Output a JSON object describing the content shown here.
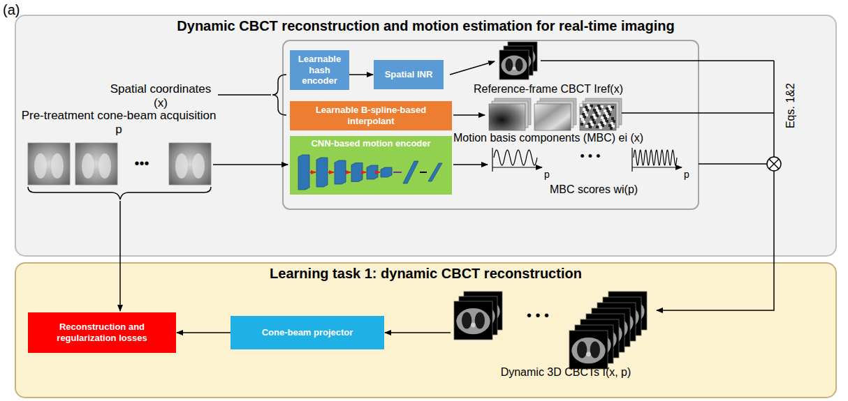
{
  "diagram": {
    "nodes": [
      {
        "text": [
          "Dynamic CBCT reconstruction and motion estimation for real-time imaging"
        ]
      },
      {
        "text": [
          "Learnable hash encoder"
        ],
        "in": 0
      },
      {
        "text": [
          "Spatial INR"
        ],
        "in": 0
      },
      {
        "text": [
          "Learnable B-spline-based interpolant"
        ],
        "in": 0
      },
      {
        "text": [
          "CNN-based motion encoder"
        ],
        "in": 0
      },
      {
        "text": [
          "Learning task 1: dynamic CBCT reconstruction"
        ]
      },
      {
        "text": [
          "Reconstruction and regularization losses"
        ],
        "in": 5
      },
      {
        "text": [
          "Cone-beam projector"
        ],
        "in": 5
      }
    ],
    "edges": [
      {
        "from": 1,
        "to": 2,
        "arrow": "to"
      },
      {
        "from": 7,
        "to": 6,
        "arrow": "to"
      }
    ],
    "labels": [
      "(a)",
      "Spatial coordinates (x)",
      "Pre-treatment cone-beam acquisition p",
      "•••",
      "Reference-frame CBCT Iref(x)",
      "Motion basis components (MBC) ei (x)",
      "p",
      "• • •",
      "p",
      "MBC scores wi(p)",
      "Eqs. 1&2",
      "• • •",
      "Dynamic 3D CBCTs I(x, p)"
    ]
  }
}
